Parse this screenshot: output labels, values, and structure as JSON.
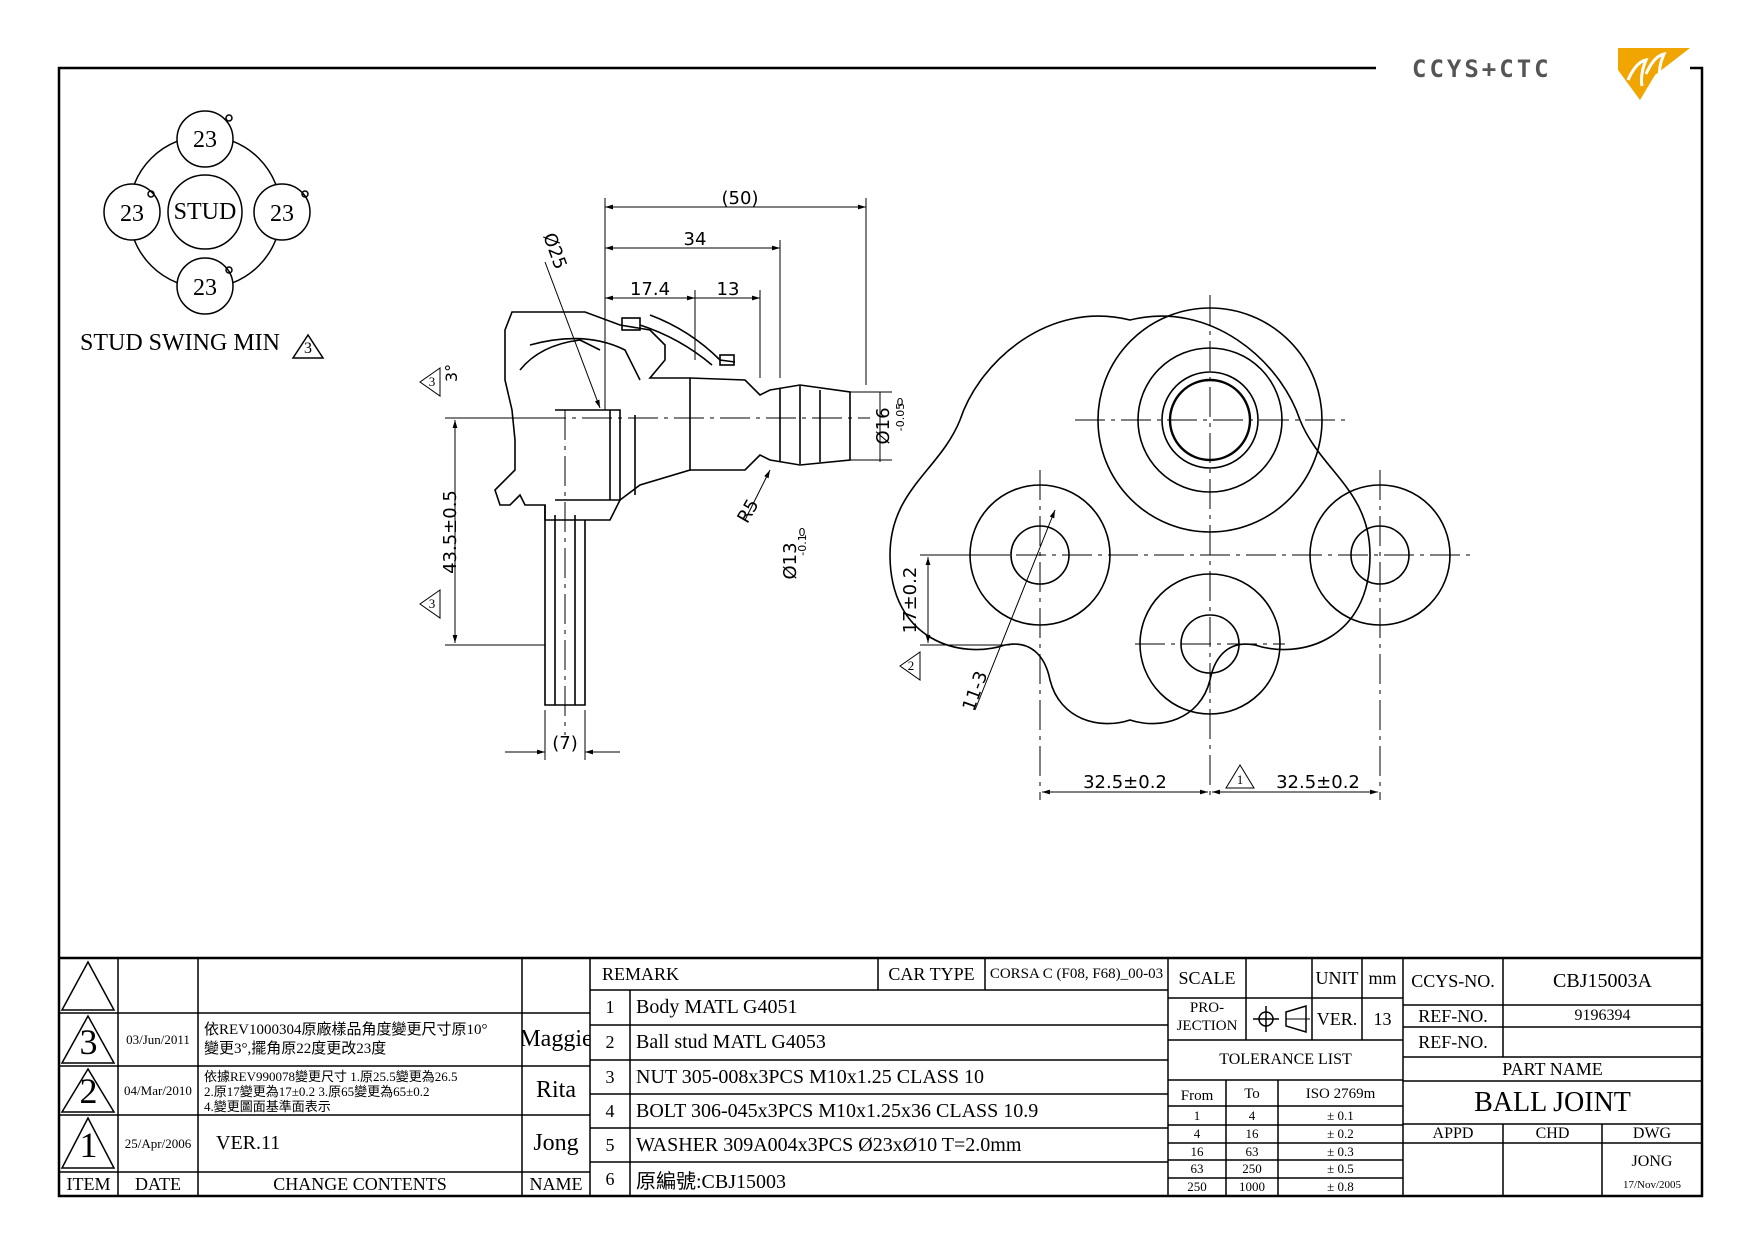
{
  "logo": {
    "text": "CCYS+CTC",
    "accent_color": "#f0a500"
  },
  "swing": {
    "top": "23",
    "left": "23",
    "right": "23",
    "bottom": "23",
    "center": "STUD",
    "degree_symbol": "°",
    "caption": "STUD SWING MIN",
    "caption_rev": "3"
  },
  "side_view": {
    "dim_50": "(50)",
    "dim_34": "34",
    "dim_174": "17.4",
    "dim_13": "13",
    "dia_25": "Ø25",
    "dia_16": "Ø16",
    "dia_16_tol_upper": "0",
    "dia_16_tol_lower": "-0.05",
    "dia_13": "Ø13",
    "dia_13_tol_upper": "0",
    "dia_13_tol_lower": "-0.1",
    "r5": "R5",
    "angle": "3°",
    "angle_rev": "3",
    "height": "43.5±0.5",
    "height_rev": "3",
    "dim_7": "(7)"
  },
  "top_view": {
    "h17": "17±0.2",
    "h17_rev": "2",
    "holes": "11-3",
    "w_left": "32.5±0.2",
    "w_right": "32.5±0.2",
    "w_rev": "1"
  },
  "revisions": [
    {
      "mark": "3",
      "date": "03/Jun/2011",
      "line1": "依REV1000304原廠樣品角度變更尺寸原10°",
      "line2": "變更3°,擺角原22度更改23度",
      "line3": "",
      "name": "Maggie"
    },
    {
      "mark": "2",
      "date": "04/Mar/2010",
      "line1": "依據REV990078變更尺寸    1.原25.5變更為26.5",
      "line2": "2.原17變更為17±0.2            3.原65變更為65±0.2",
      "line3": "4.變更圖面基準面表示",
      "name": "Rita"
    },
    {
      "mark": "1",
      "date": "25/Apr/2006",
      "line1": "VER.11",
      "line2": "",
      "line3": "",
      "name": "Jong"
    }
  ],
  "rev_headers": {
    "item": "ITEM",
    "date": "DATE",
    "contents": "CHANGE CONTENTS",
    "name": "NAME"
  },
  "remark": {
    "title": "REMARK",
    "car_type_label": "CAR TYPE",
    "car_type": "CORSA C (F08, F68)_00-03",
    "items": [
      {
        "no": "1",
        "text": "Body MATL G4051"
      },
      {
        "no": "2",
        "text": "Ball stud MATL G4053"
      },
      {
        "no": "3",
        "text": "NUT 305-008x3PCS M10x1.25 CLASS 10"
      },
      {
        "no": "4",
        "text": "BOLT 306-045x3PCS M10x1.25x36 CLASS 10.9"
      },
      {
        "no": "5",
        "text": "WASHER 309A004x3PCS  Ø23xØ10 T=2.0mm"
      },
      {
        "no": "6",
        "text": "原編號:CBJ15003"
      }
    ]
  },
  "info": {
    "scale_label": "SCALE",
    "scale": "",
    "unit_label": "UNIT",
    "unit": "mm",
    "projection_label_1": "PRO-",
    "projection_label_2": "JECTION",
    "ver_label": "VER.",
    "ver": "13",
    "tolerance_title": "TOLERANCE LIST",
    "tol_from": "From",
    "tol_to": "To",
    "tol_iso": "ISO 2769m",
    "tolerances": [
      {
        "from": "1",
        "to": "4",
        "tol": "± 0.1"
      },
      {
        "from": "4",
        "to": "16",
        "tol": "± 0.2"
      },
      {
        "from": "16",
        "to": "63",
        "tol": "± 0.3"
      },
      {
        "from": "63",
        "to": "250",
        "tol": "± 0.5"
      },
      {
        "from": "250",
        "to": "1000",
        "tol": "± 0.8"
      }
    ]
  },
  "part": {
    "ccys_label": "CCYS-NO.",
    "ccys": "CBJ15003A",
    "ref_label": "REF-NO.",
    "ref1": "9196394",
    "ref2": "",
    "name_label": "PART NAME",
    "name": "BALL JOINT",
    "appd": "APPD",
    "chd": "CHD",
    "dwg": "DWG",
    "drawer": "JONG",
    "date": "17/Nov/2005"
  }
}
